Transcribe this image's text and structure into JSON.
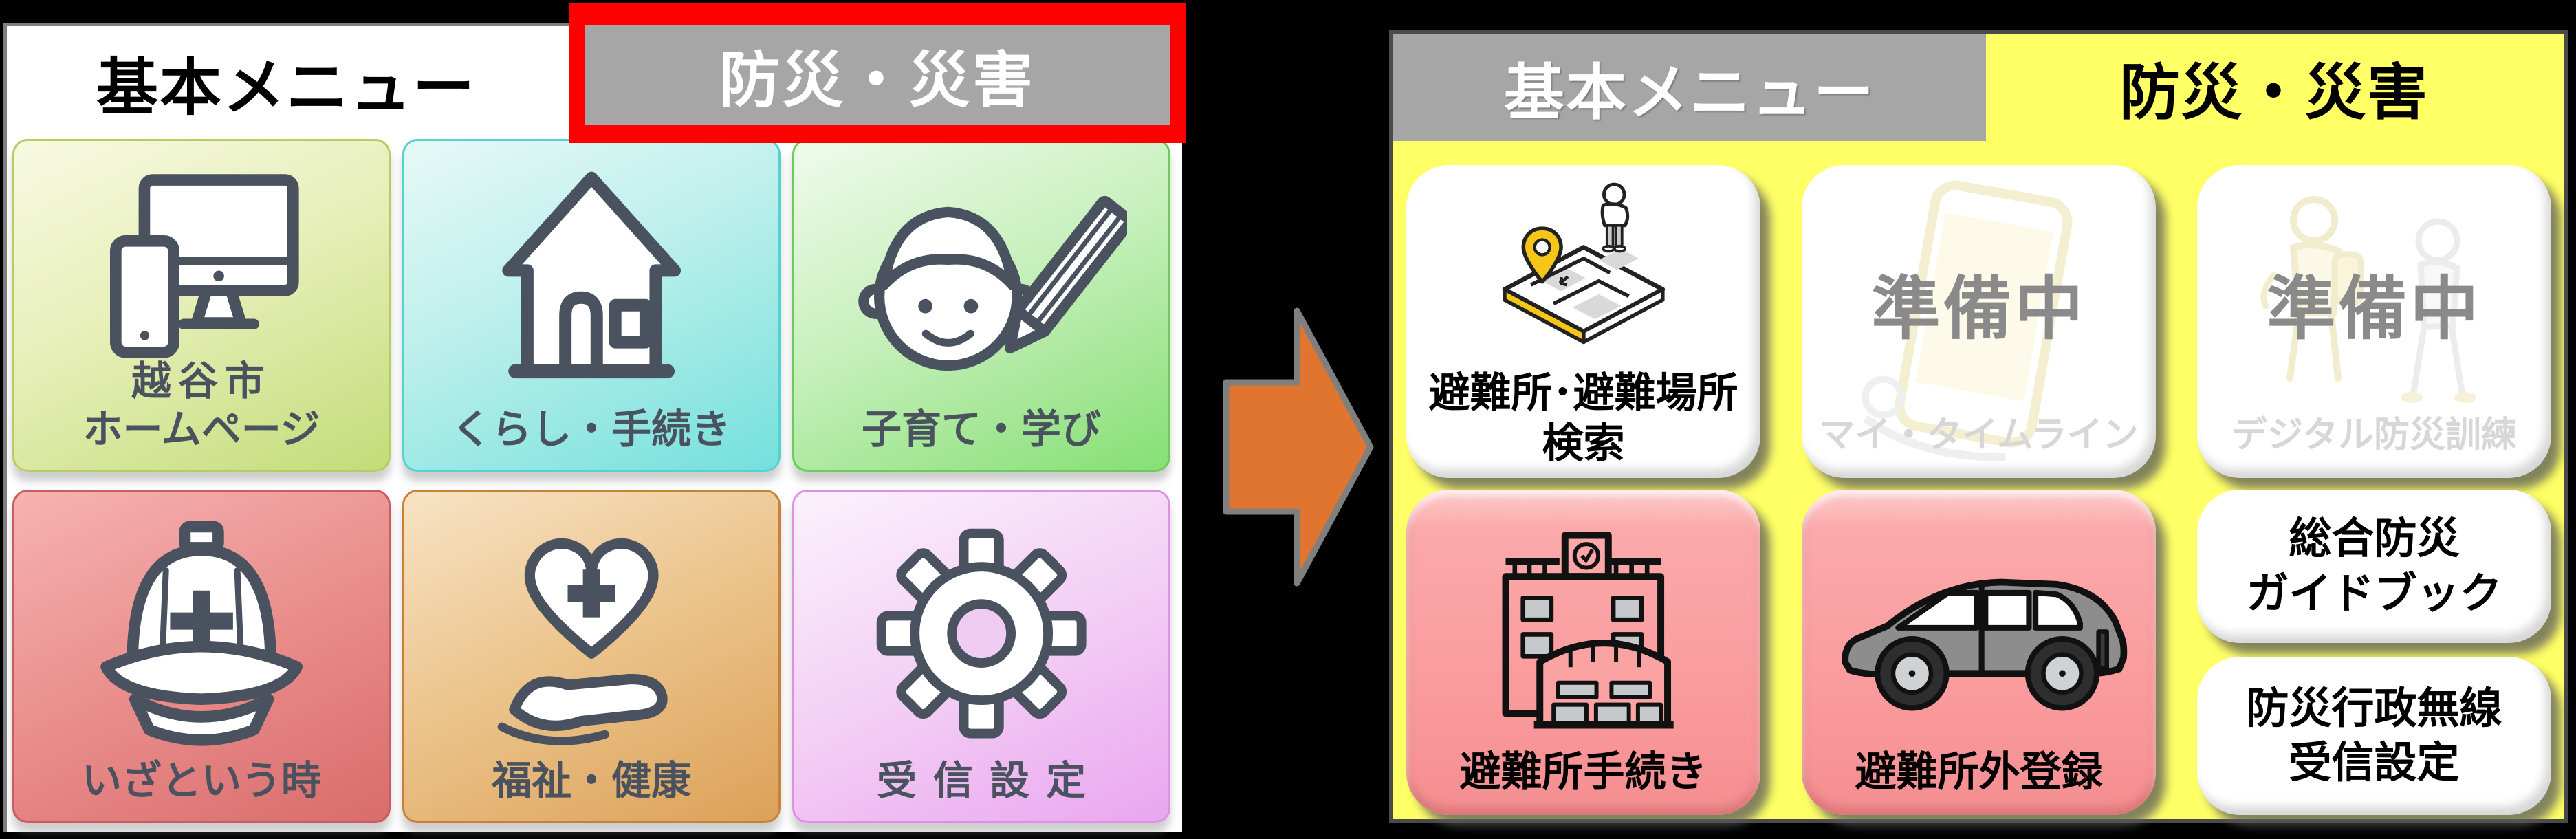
{
  "left_panel": {
    "tabs": {
      "basic": "基本メニュー",
      "disaster": "防災・災害"
    },
    "tiles": [
      {
        "id": "city-homepage",
        "icon": "computer-phone-icon",
        "line1": "越谷市",
        "line2": "ホームページ",
        "bg_top": "#F7F9E2",
        "bg_bottom": "#C4DC79"
      },
      {
        "id": "living-procedures",
        "icon": "house-icon",
        "line1": "くらし・手続き",
        "bg_top": "#E7F9F7",
        "bg_bottom": "#74E0DD"
      },
      {
        "id": "childcare-learning",
        "icon": "child-pencil-icon",
        "line1": "子育て・学び",
        "bg_top": "#EFFBEB",
        "bg_bottom": "#86DF75"
      },
      {
        "id": "emergency",
        "icon": "helmet-icon",
        "line1": "いざという時",
        "bg_top": "#F6B3B1",
        "bg_bottom": "#D96C6C"
      },
      {
        "id": "welfare-health",
        "icon": "heart-hand-icon",
        "line1": "福祉・健康",
        "bg_top": "#F7E3C4",
        "bg_bottom": "#DCA158"
      },
      {
        "id": "reception-settings",
        "icon": "gear-icon",
        "line1": "受信設定",
        "bg_top": "#FBF2FC",
        "bg_bottom": "#EAA6EF"
      }
    ]
  },
  "right_panel": {
    "tabs": {
      "basic": "基本メニュー",
      "disaster": "防災・災害"
    },
    "tiles": [
      {
        "id": "shelter-search",
        "icon": "map-pin-person-illustration",
        "line1": "避難所･避難場所",
        "line2": "検索"
      },
      {
        "id": "my-timeline",
        "status": "準備中",
        "label": "マイ・タイムライン"
      },
      {
        "id": "digital-disaster-drill",
        "status": "準備中",
        "label": "デジタル防災訓練"
      },
      {
        "id": "shelter-procedures",
        "icon": "school-gym-building-icon",
        "label": "避難所手続き"
      },
      {
        "id": "outside-shelter-registration",
        "icon": "car-icon",
        "label": "避難所外登録"
      },
      {
        "id": "disaster-guidebook",
        "line1": "総合防災",
        "line2": "ガイドブック"
      },
      {
        "id": "radio-reception-settings",
        "line1": "防災行政無線",
        "line2": "受信設定"
      }
    ],
    "colors": {
      "background": "#FFFF66",
      "tile_pink": "#FA9C9E",
      "tab_gray": "#A6A6A6",
      "status_gray": "#8A8A8A"
    }
  },
  "annotations": {
    "arrow_color": "#E0752F",
    "arrow_outline": "#7F7F7F",
    "highlight_color": "#FF0000"
  }
}
